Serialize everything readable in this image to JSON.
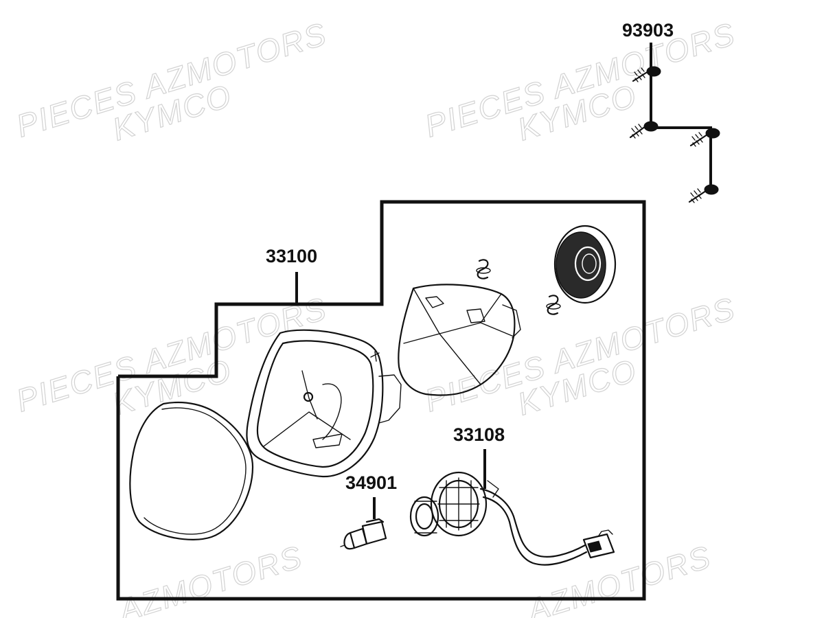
{
  "watermarks": [
    {
      "text": "PIECES AZMOTORS"
    },
    {
      "text": "KYMCO"
    },
    {
      "text": "PIECES AZMOTORS"
    },
    {
      "text": "KYMCO"
    },
    {
      "text": "PIECES AZMOTORS"
    },
    {
      "text": "KYMCO"
    },
    {
      "text": "PIECES AZMOTORS"
    },
    {
      "text": "KYMCO"
    },
    {
      "text": "AZMOTORS"
    },
    {
      "text": "AZMOTORS"
    }
  ],
  "parts": {
    "screws": {
      "number": "93903"
    },
    "headlight_assembly": {
      "number": "33100"
    },
    "socket_harness": {
      "number": "33108"
    },
    "bulb": {
      "number": "34901"
    }
  }
}
